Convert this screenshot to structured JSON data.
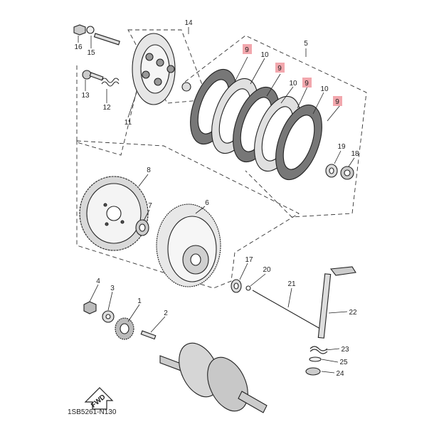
{
  "diagram": {
    "callouts": [
      {
        "id": "c1",
        "text": "1"
      },
      {
        "id": "c2",
        "text": "2"
      },
      {
        "id": "c3",
        "text": "3"
      },
      {
        "id": "c4",
        "text": "4"
      },
      {
        "id": "c5",
        "text": "5"
      },
      {
        "id": "c6",
        "text": "6"
      },
      {
        "id": "c7",
        "text": "7"
      },
      {
        "id": "c8",
        "text": "8"
      },
      {
        "id": "c9a",
        "text": "9"
      },
      {
        "id": "c9b",
        "text": "9"
      },
      {
        "id": "c9c",
        "text": "9"
      },
      {
        "id": "c9d",
        "text": "9"
      },
      {
        "id": "c10a",
        "text": "10"
      },
      {
        "id": "c10b",
        "text": "10"
      },
      {
        "id": "c10c",
        "text": "10"
      },
      {
        "id": "c11",
        "text": "11"
      },
      {
        "id": "c12",
        "text": "12"
      },
      {
        "id": "c13",
        "text": "13"
      },
      {
        "id": "c14",
        "text": "14"
      },
      {
        "id": "c15",
        "text": "15"
      },
      {
        "id": "c16",
        "text": "16"
      },
      {
        "id": "c17",
        "text": "17"
      },
      {
        "id": "c18",
        "text": "18"
      },
      {
        "id": "c19",
        "text": "19"
      },
      {
        "id": "c20",
        "text": "20"
      },
      {
        "id": "c21",
        "text": "21"
      },
      {
        "id": "c22",
        "text": "22"
      },
      {
        "id": "c23",
        "text": "23"
      },
      {
        "id": "c24",
        "text": "24"
      },
      {
        "id": "c25",
        "text": "25"
      }
    ],
    "fwd_label": "FWD",
    "drawing_code": "1SB5261-N130",
    "highlight_color": "#f2a7ad"
  }
}
